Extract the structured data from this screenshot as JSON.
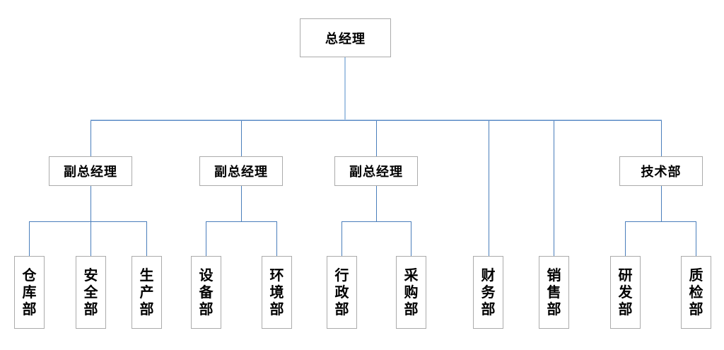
{
  "org": {
    "root": {
      "label": "总经理",
      "children": [
        {
          "label": "副总经理",
          "children": [
            "仓库部",
            "安全部",
            "生产部"
          ]
        },
        {
          "label": "副总经理",
          "children": [
            "设备部",
            "环境部"
          ]
        },
        {
          "label": "副总经理",
          "children": [
            "行政部",
            "采购部"
          ]
        },
        {
          "label": "财务部",
          "children": []
        },
        {
          "label": "销售部",
          "children": []
        },
        {
          "label": "技术部",
          "children": [
            "研发部",
            "质检部"
          ]
        }
      ]
    }
  },
  "colors": {
    "connector": "#4a7ebb",
    "connector_light": "#a9c6e4",
    "box_border": "#ababab",
    "text": "#000000",
    "background": "#ffffff"
  }
}
